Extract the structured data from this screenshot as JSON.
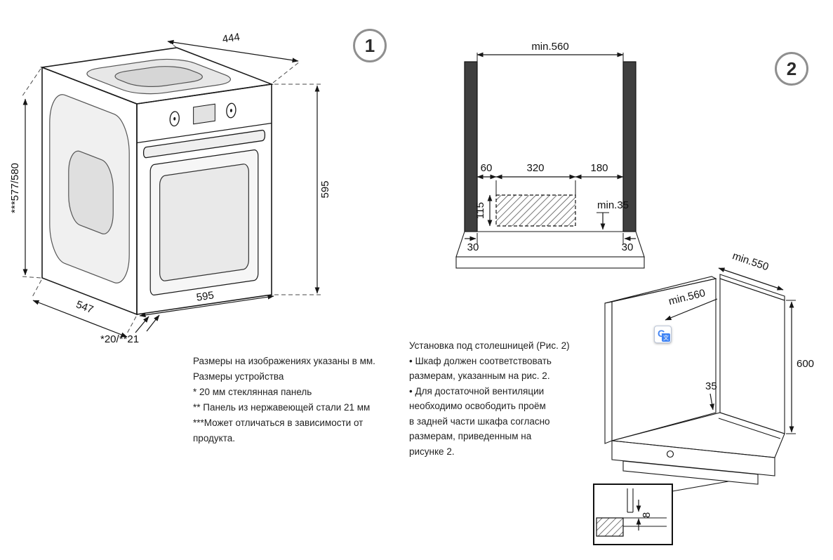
{
  "page": {
    "background": "#ffffff"
  },
  "fig1": {
    "badge": "1",
    "dims": {
      "top_width": "444",
      "front_height": "595",
      "body_height": "***577/580",
      "depth": "547",
      "front_width": "595",
      "panel_thickness": "*20/**21"
    }
  },
  "fig2": {
    "badge": "2",
    "dims": {
      "niche_width": "min.560",
      "left_offset": "60",
      "cutout_width": "320",
      "right_offset": "180",
      "cutout_height": "115",
      "min_gap": "min.35",
      "bottom_left_gap": "30",
      "bottom_right_gap": "30"
    }
  },
  "fig3": {
    "dims": {
      "top_depth": "min.550",
      "inner_width": "min.560",
      "height": "600",
      "back_gap": "35",
      "detail_gap": "8"
    }
  },
  "notes_left": {
    "lines": [
      "Размеры на изображениях указаны в мм.",
      "Размеры устройства",
      "* 20 мм стеклянная панель",
      "** Панель из нержавеющей стали 21 мм",
      "***Может отличаться в зависимости от",
      "продукта."
    ]
  },
  "notes_right": {
    "lines": [
      "Установка под столешницей (Рис. 2)",
      "• Шкаф должен соответствовать",
      "размерам, указанным на рис. 2.",
      "• Для достаточной вентиляции",
      "необходимо освободить проём",
      "в задней части шкафа согласно",
      "размерам, приведенным на",
      "рисунке 2."
    ]
  },
  "translate_icon": {
    "letter": "G",
    "glyph": "文"
  }
}
